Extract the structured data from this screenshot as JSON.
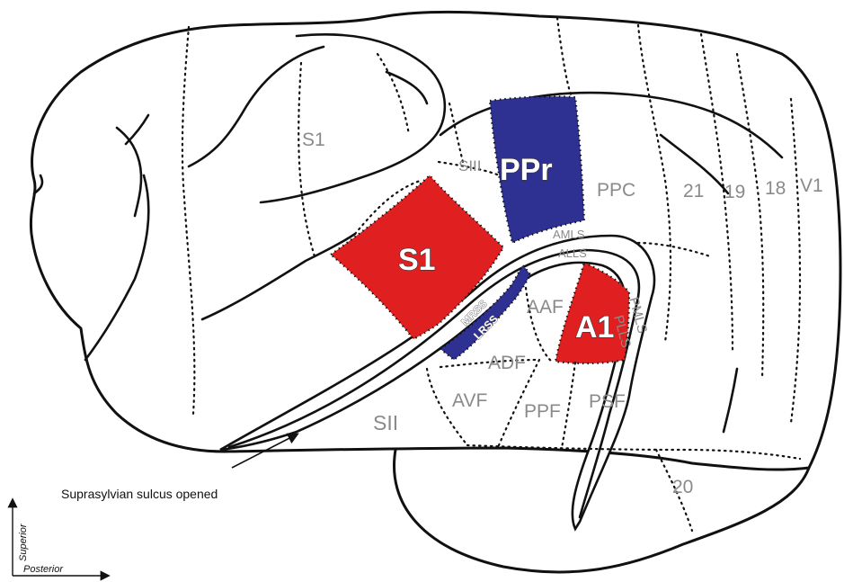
{
  "colors": {
    "primary_area": "#e02020",
    "posterior_parietal_area": "#2e3192"
  },
  "regions": {
    "s1_upper": "S1",
    "siii": "SIII",
    "ppr": "PPr",
    "ppc": "PPC",
    "area_21": "21",
    "area_19": "19",
    "area_18": "18",
    "v1": "V1",
    "s1_main": "S1",
    "amls": "AMLS",
    "alls": "ALLS",
    "mrss": "MRSS",
    "lrss": "LRSS",
    "aaf": "AAF",
    "a1": "A1",
    "pmls": "PMLS",
    "plls": "PLLS",
    "adf": "ADF",
    "avf": "AVF",
    "ppf": "PPF",
    "psf": "PSF",
    "sii": "SII",
    "area_20": "20"
  },
  "annotation": "Suprasylvian sulcus opened",
  "axes": {
    "vertical": "Superior",
    "horizontal": "Posterior"
  }
}
